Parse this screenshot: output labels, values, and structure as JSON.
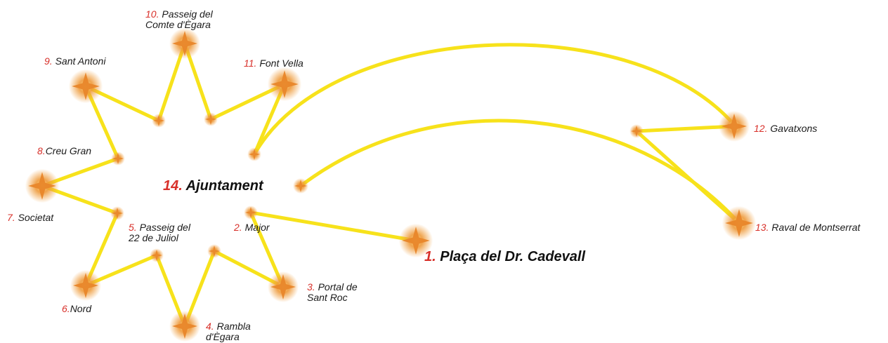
{
  "stops": [
    {
      "id": "s1",
      "num": "1.",
      "line1": "Plaça del Dr. Cadevall",
      "line2": "",
      "highlight": true
    },
    {
      "id": "s2",
      "num": "2.",
      "line1": "Major",
      "line2": ""
    },
    {
      "id": "s3",
      "num": "3.",
      "line1": "Portal de",
      "line2": "Sant Roc"
    },
    {
      "id": "s4",
      "num": "4.",
      "line1": "Rambla",
      "line2": "d'Ègara"
    },
    {
      "id": "s5",
      "num": "5.",
      "line1": "Passeig del",
      "line2": "22 de Juliol"
    },
    {
      "id": "s6",
      "num": "6.",
      "line1": "Nord",
      "line2": ""
    },
    {
      "id": "s7",
      "num": "7.",
      "line1": "Societat",
      "line2": ""
    },
    {
      "id": "s8",
      "num": "8.",
      "line1": "Creu Gran",
      "line2": ""
    },
    {
      "id": "s9",
      "num": "9.",
      "line1": "Sant Antoni",
      "line2": ""
    },
    {
      "id": "s10",
      "num": "10.",
      "line1": "Passeig del",
      "line2": "Comte d'Ègara"
    },
    {
      "id": "s11",
      "num": "11.",
      "line1": "Font Vella",
      "line2": ""
    },
    {
      "id": "s12",
      "num": "12.",
      "line1": "Gavatxons",
      "line2": ""
    },
    {
      "id": "s13",
      "num": "13.",
      "line1": "Raval de Montserrat",
      "line2": ""
    },
    {
      "id": "s14",
      "num": "14.",
      "line1": "Ajuntament",
      "line2": "",
      "highlight": true
    }
  ],
  "colors": {
    "path": "#f7e21b",
    "star": "#e8862a",
    "number": "#d8302a",
    "text": "#1a1a1a"
  }
}
